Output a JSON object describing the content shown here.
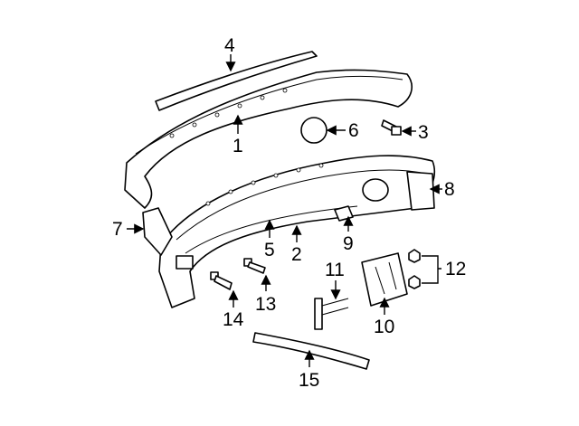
{
  "diagram": {
    "callouts": [
      {
        "id": "4",
        "label": "4"
      },
      {
        "id": "1",
        "label": "1"
      },
      {
        "id": "6",
        "label": "6"
      },
      {
        "id": "3",
        "label": "3"
      },
      {
        "id": "8",
        "label": "8"
      },
      {
        "id": "7",
        "label": "7"
      },
      {
        "id": "5",
        "label": "5"
      },
      {
        "id": "2",
        "label": "2"
      },
      {
        "id": "9",
        "label": "9"
      },
      {
        "id": "11",
        "label": "11"
      },
      {
        "id": "12",
        "label": "12"
      },
      {
        "id": "13",
        "label": "13"
      },
      {
        "id": "14",
        "label": "14"
      },
      {
        "id": "10",
        "label": "10"
      },
      {
        "id": "15",
        "label": "15"
      }
    ]
  }
}
